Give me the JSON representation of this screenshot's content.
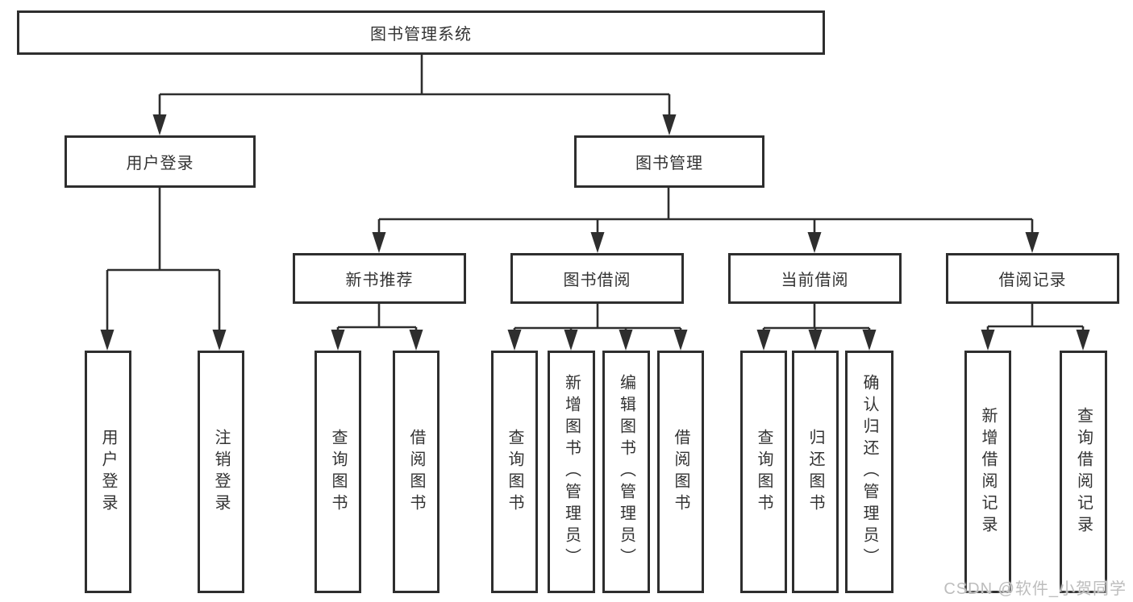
{
  "diagram": {
    "root": {
      "label": "图书管理系统"
    },
    "login": {
      "label": "用户登录",
      "children": [
        {
          "label": "用户登录"
        },
        {
          "label": "注销登录"
        }
      ]
    },
    "management": {
      "label": "图书管理",
      "sections": [
        {
          "label": "新书推荐",
          "children": [
            {
              "label": "查询图书"
            },
            {
              "label": "借阅图书"
            }
          ]
        },
        {
          "label": "图书借阅",
          "children": [
            {
              "label": "查询图书"
            },
            {
              "label": "新增图书（管理员）"
            },
            {
              "label": "编辑图书（管理员）"
            },
            {
              "label": "借阅图书"
            }
          ]
        },
        {
          "label": "当前借阅",
          "children": [
            {
              "label": "查询图书"
            },
            {
              "label": "归还图书"
            },
            {
              "label": "确认归还（管理员）"
            }
          ]
        },
        {
          "label": "借阅记录",
          "children": [
            {
              "label": "新增借阅记录"
            },
            {
              "label": "查询借阅记录"
            }
          ]
        }
      ]
    }
  },
  "watermark": {
    "text": "CSDN @软件_小贺同学"
  },
  "colors": {
    "line": "#2e2e2e",
    "box_border": "#2e2e2e",
    "box_fill": "#ffffff",
    "text": "#333333",
    "watermark_text": "#bdbdbd",
    "background": "#ffffff"
  }
}
